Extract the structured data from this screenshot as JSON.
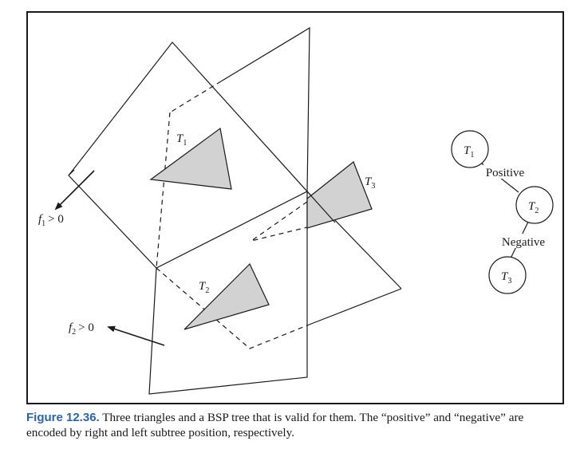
{
  "figure": {
    "label": "Figure 12.36.",
    "caption_text": "Three triangles and a BSP tree that is valid for them. The “positive” and “negative” are encoded by right and left subtree position, respectively."
  },
  "diagram": {
    "triangles": [
      {
        "name": "T",
        "sub": "1"
      },
      {
        "name": "T",
        "sub": "2"
      },
      {
        "name": "T",
        "sub": "3"
      }
    ],
    "normals": [
      {
        "f": "f",
        "sub": "1",
        "relation": "> 0"
      },
      {
        "f": "f",
        "sub": "2",
        "relation": "> 0"
      }
    ],
    "fill_color": "#d2d2d2",
    "stroke_color": "#1a1a1a"
  },
  "bsp_tree": {
    "nodes": [
      {
        "name": "T",
        "sub": "1"
      },
      {
        "name": "T",
        "sub": "2"
      },
      {
        "name": "T",
        "sub": "3"
      }
    ],
    "edges": [
      {
        "label": "Positive"
      },
      {
        "label": "Negative"
      }
    ]
  }
}
